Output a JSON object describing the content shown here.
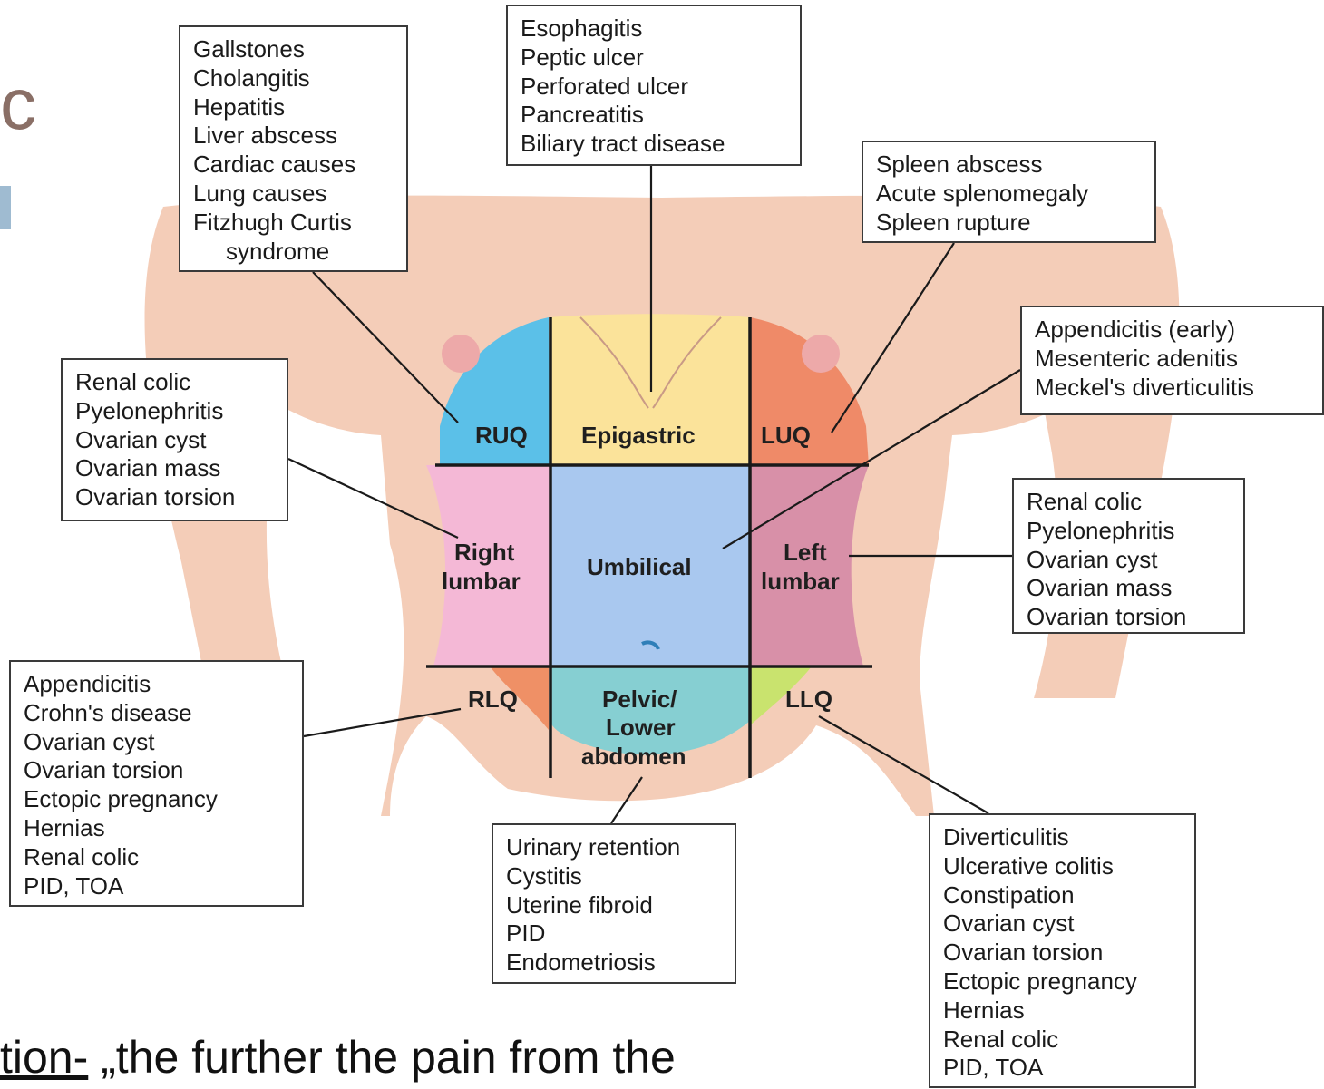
{
  "slide_fragments": {
    "top_left_glyph": "c",
    "bottom_text_underlined": "tion-",
    "bottom_text_rest": " „the further the pain from the"
  },
  "regions": {
    "ruq": "RUQ",
    "epigastric": "Epigastric",
    "luq": "LUQ",
    "right_lumbar_1": "Right",
    "right_lumbar_2": "lumbar",
    "umbilical": "Umbilical",
    "left_lumbar_1": "Left",
    "left_lumbar_2": "lumbar",
    "rlq": "RLQ",
    "pelvic_1": "Pelvic/",
    "pelvic_2": "Lower",
    "pelvic_3": "abdomen",
    "llq": "LLQ"
  },
  "boxes": {
    "ruq": [
      "Gallstones",
      "Cholangitis",
      "Hepatitis",
      "Liver abscess",
      "Cardiac causes",
      "Lung causes",
      "Fitzhugh Curtis",
      "syndrome"
    ],
    "epigastric": [
      "Esophagitis",
      "Peptic ulcer",
      "Perforated ulcer",
      "Pancreatitis",
      "Biliary tract disease"
    ],
    "luq": [
      "Spleen abscess",
      "Acute splenomegaly",
      "Spleen rupture"
    ],
    "umbilical": [
      "Appendicitis (early)",
      "Mesenteric adenitis",
      "Meckel's diverticulitis"
    ],
    "right_lumbar": [
      "Renal colic",
      "Pyelonephritis",
      "Ovarian cyst",
      "Ovarian mass",
      "Ovarian torsion"
    ],
    "left_lumbar": [
      "Renal colic",
      "Pyelonephritis",
      "Ovarian cyst",
      "Ovarian mass",
      "Ovarian torsion"
    ],
    "rlq": [
      "Appendicitis",
      "Crohn's disease",
      "Ovarian cyst",
      "Ovarian torsion",
      "Ectopic pregnancy",
      "Hernias",
      "Renal colic",
      "PID, TOA"
    ],
    "pelvic": [
      "Urinary retention",
      "Cystitis",
      "Uterine fibroid",
      "PID",
      "Endometriosis"
    ],
    "llq": [
      "Diverticulitis",
      "Ulcerative colitis",
      "Constipation",
      "Ovarian cyst",
      "Ovarian torsion",
      "Ectopic pregnancy",
      "Hernias",
      "Renal colic",
      "PID, TOA"
    ]
  },
  "colors": {
    "skin": "#f4cdb8",
    "ruq": "#5bc0e8",
    "epigastric": "#fbe39a",
    "luq": "#ef8a68",
    "right_lumbar": "#f4b8d6",
    "umbilical": "#a9c8ef",
    "left_lumbar": "#d890a8",
    "rlq": "#ef9066",
    "pelvic": "#86cfd2",
    "llq": "#c9e36e",
    "lines": "#1a1a1a"
  }
}
